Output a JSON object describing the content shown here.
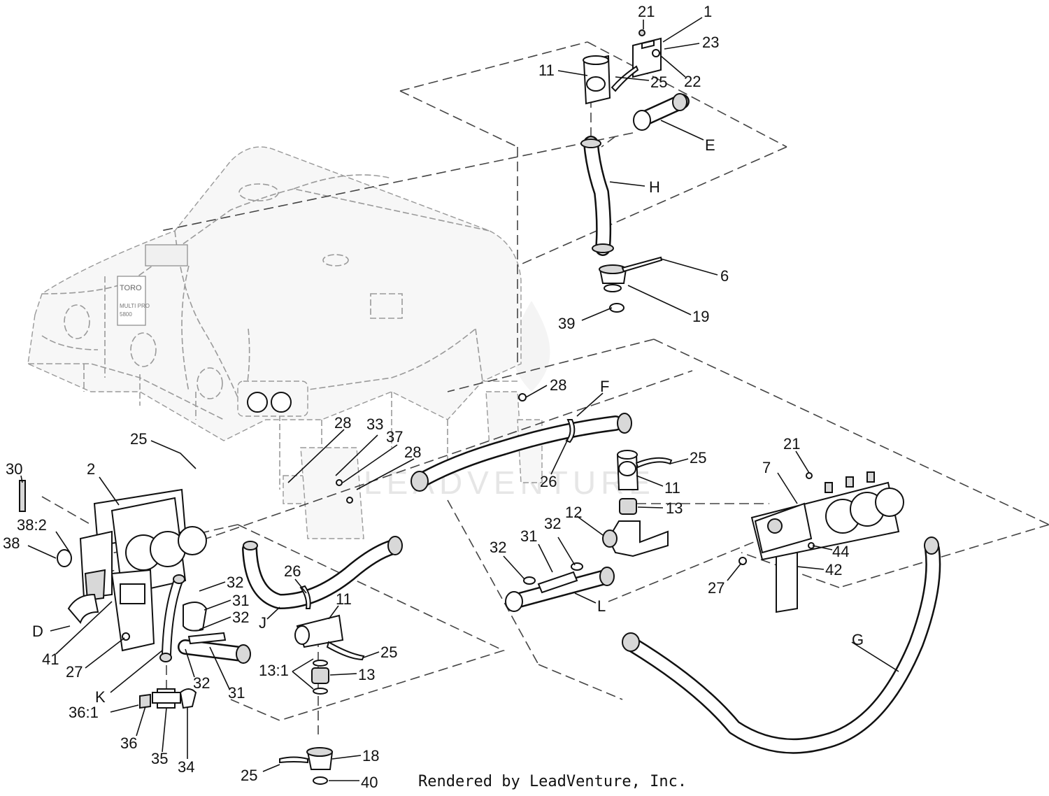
{
  "watermark": "LEADVENTURE",
  "footer": "Rendered by LeadVenture, Inc.",
  "tank_labels": {
    "brand": "TORO",
    "model_line1": "MULTI PRO",
    "model_line2": "5800"
  },
  "callouts": [
    {
      "id": "c-21-top",
      "label": "21"
    },
    {
      "id": "c-1",
      "label": "1"
    },
    {
      "id": "c-23",
      "label": "23"
    },
    {
      "id": "c-11-top",
      "label": "11"
    },
    {
      "id": "c-25-top",
      "label": "25"
    },
    {
      "id": "c-22",
      "label": "22"
    },
    {
      "id": "c-E",
      "label": "E"
    },
    {
      "id": "c-H",
      "label": "H"
    },
    {
      "id": "c-6",
      "label": "6"
    },
    {
      "id": "c-19",
      "label": "19"
    },
    {
      "id": "c-39",
      "label": "39"
    },
    {
      "id": "c-28-a",
      "label": "28"
    },
    {
      "id": "c-F",
      "label": "F"
    },
    {
      "id": "c-25-b",
      "label": "25"
    },
    {
      "id": "c-26-a",
      "label": "26"
    },
    {
      "id": "c-11-mid",
      "label": "11"
    },
    {
      "id": "c-13-mid",
      "label": "13"
    },
    {
      "id": "c-12",
      "label": "12"
    },
    {
      "id": "c-32-a",
      "label": "32"
    },
    {
      "id": "c-31-a",
      "label": "31"
    },
    {
      "id": "c-32-b",
      "label": "32"
    },
    {
      "id": "c-L",
      "label": "L"
    },
    {
      "id": "c-28-b",
      "label": "28"
    },
    {
      "id": "c-33",
      "label": "33"
    },
    {
      "id": "c-37",
      "label": "37"
    },
    {
      "id": "c-28-c",
      "label": "28"
    },
    {
      "id": "c-25-c",
      "label": "25"
    },
    {
      "id": "c-30",
      "label": "30"
    },
    {
      "id": "c-2",
      "label": "2"
    },
    {
      "id": "c-38-2",
      "label": "38:2"
    },
    {
      "id": "c-38",
      "label": "38"
    },
    {
      "id": "c-D",
      "label": "D"
    },
    {
      "id": "c-41",
      "label": "41"
    },
    {
      "id": "c-27-a",
      "label": "27"
    },
    {
      "id": "c-K",
      "label": "K"
    },
    {
      "id": "c-32-c",
      "label": "32"
    },
    {
      "id": "c-31-b",
      "label": "31"
    },
    {
      "id": "c-32-d",
      "label": "32"
    },
    {
      "id": "c-32-e",
      "label": "32"
    },
    {
      "id": "c-31-c",
      "label": "31"
    },
    {
      "id": "c-26-b",
      "label": "26"
    },
    {
      "id": "c-J",
      "label": "J"
    },
    {
      "id": "c-11-low",
      "label": "11"
    },
    {
      "id": "c-25-d",
      "label": "25"
    },
    {
      "id": "c-13-1",
      "label": "13:1"
    },
    {
      "id": "c-13-low",
      "label": "13"
    },
    {
      "id": "c-36-1",
      "label": "36:1"
    },
    {
      "id": "c-36",
      "label": "36"
    },
    {
      "id": "c-35",
      "label": "35"
    },
    {
      "id": "c-34",
      "label": "34"
    },
    {
      "id": "c-18",
      "label": "18"
    },
    {
      "id": "c-25-e",
      "label": "25"
    },
    {
      "id": "c-40",
      "label": "40"
    },
    {
      "id": "c-21-right",
      "label": "21"
    },
    {
      "id": "c-7",
      "label": "7"
    },
    {
      "id": "c-44",
      "label": "44"
    },
    {
      "id": "c-42",
      "label": "42"
    },
    {
      "id": "c-27-b",
      "label": "27"
    },
    {
      "id": "c-G",
      "label": "G"
    }
  ]
}
